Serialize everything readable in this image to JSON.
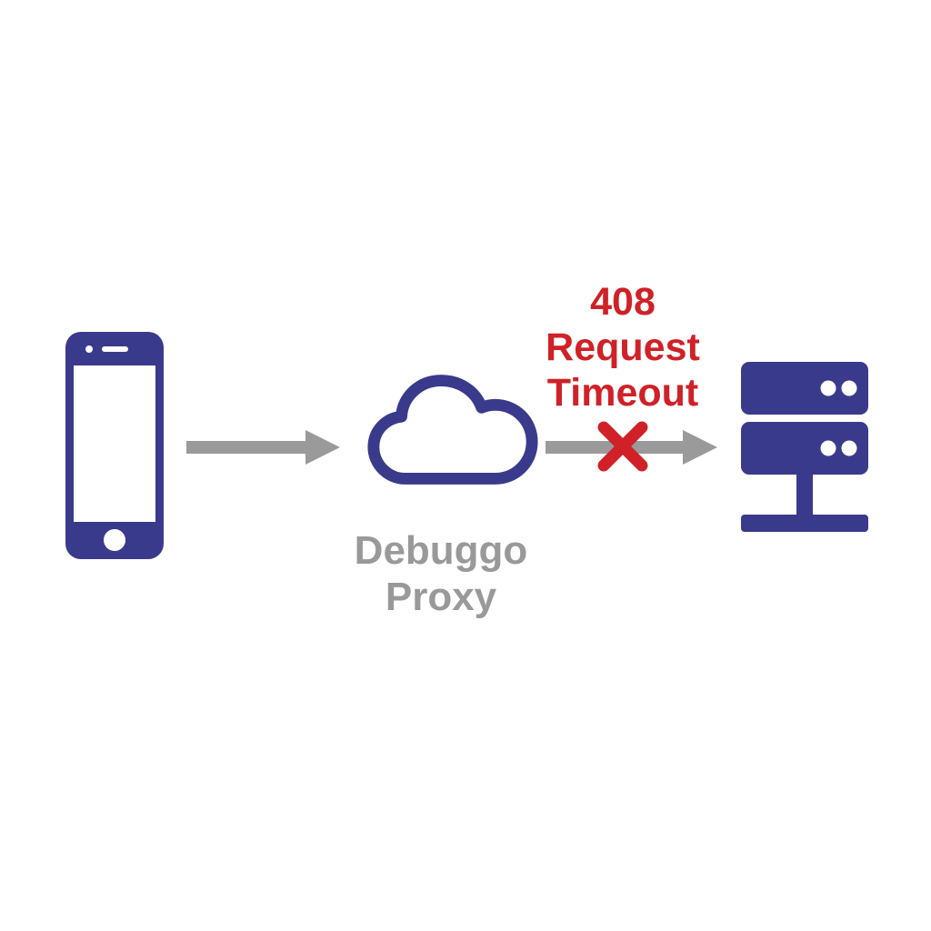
{
  "diagram": {
    "client": {
      "icon": "smartphone-icon"
    },
    "arrow1": {
      "icon": "arrow-right-icon"
    },
    "proxy": {
      "icon": "cloud-icon",
      "label": {
        "line1": "Debuggo",
        "line2": "Proxy"
      }
    },
    "error": {
      "icon": "error-x-icon",
      "code": "408",
      "line2": "Request",
      "line3": "Timeout"
    },
    "arrow2": {
      "icon": "arrow-right-icon"
    },
    "server": {
      "icon": "server-icon"
    },
    "colors": {
      "primary_indigo": "#3a3a8c",
      "arrow_gray": "#9a9a9a",
      "label_gray": "#999999",
      "error_red": "#cf2127"
    }
  }
}
